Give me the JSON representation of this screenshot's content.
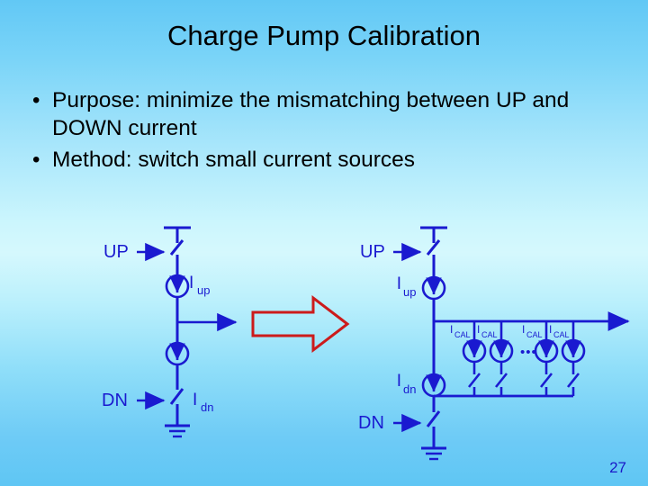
{
  "slide": {
    "title": "Charge Pump Calibration",
    "page_number": "27",
    "background_top_color": "#62c8f5",
    "background_mid_color": "#d5f8fd",
    "background_bottom_color": "#5fc6f4",
    "bullets": [
      {
        "marker": "•",
        "text": "Purpose: minimize the mismatching between UP and DOWN current"
      },
      {
        "marker": "•",
        "text": "Method: switch small current  sources"
      }
    ]
  },
  "diagram": {
    "ink_color": "#1a1ad0",
    "transform_arrow_color": "#cc1b1b",
    "left_circuit": {
      "name": "conventional-charge-pump",
      "up_switch_label": "UP",
      "down_switch_label": "DN",
      "up_source_label_main": "I",
      "up_source_label_sub": "up",
      "down_source_label_main": "I",
      "down_source_label_sub": "dn",
      "output_arrow": "right"
    },
    "right_circuit": {
      "name": "calibrated-charge-pump",
      "up_switch_label": "UP",
      "down_switch_label": "DN",
      "up_source_label_main": "I",
      "up_source_label_sub": "up",
      "down_source_label_main": "I",
      "down_source_label_sub": "dn",
      "cal_source_label_main": "I",
      "cal_source_label_sub": "CAL",
      "cal_branch_count": 4,
      "ellipsis": "•••",
      "output_arrow": "right"
    }
  }
}
